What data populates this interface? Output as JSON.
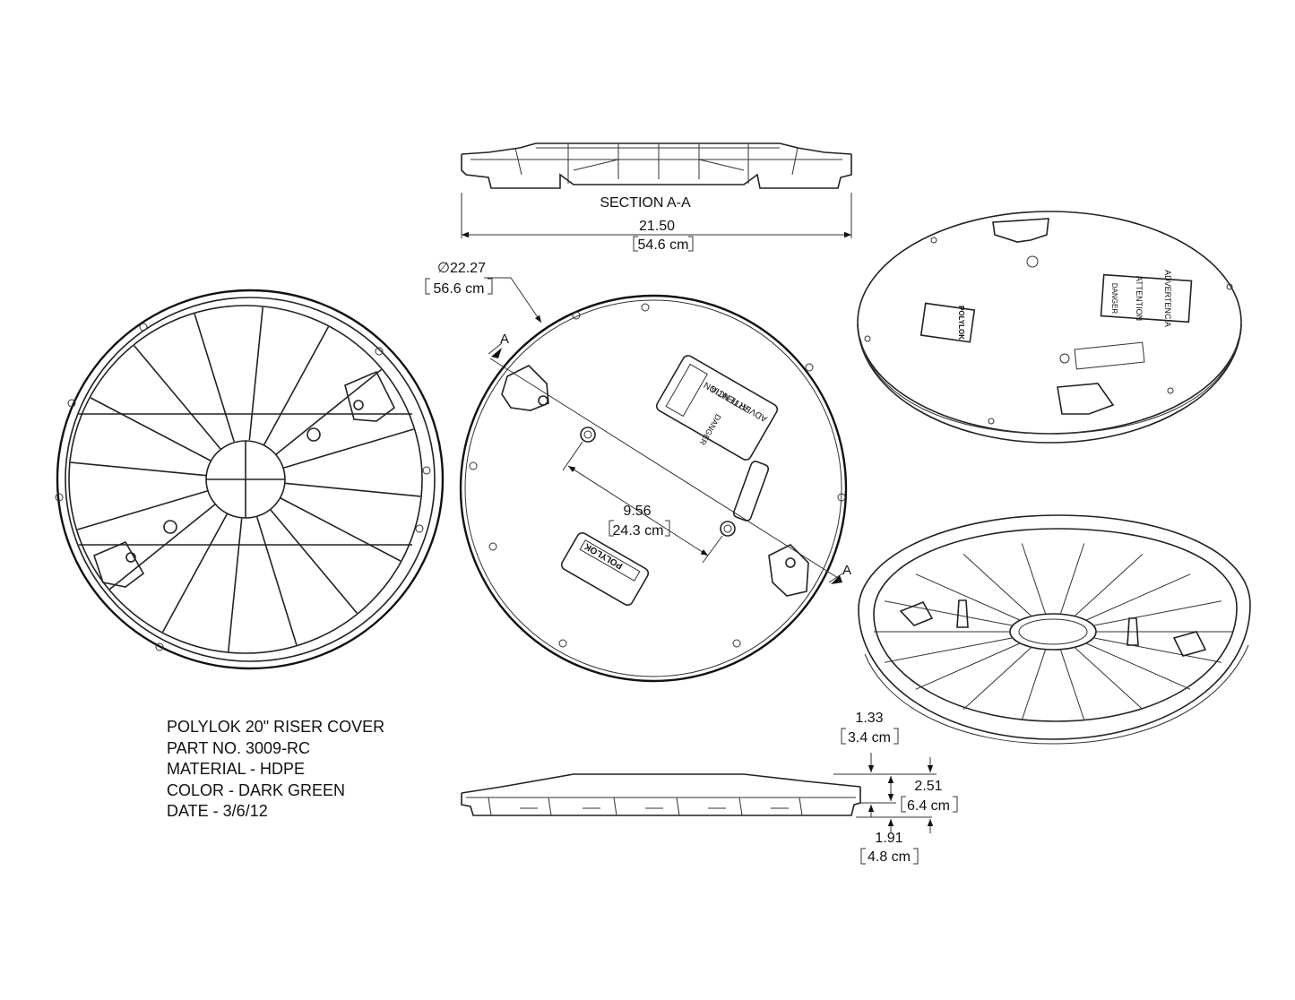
{
  "title_block": {
    "product": "POLYLOK 20\" RISER COVER",
    "part_no": "PART NO. 3009-RC",
    "material": "MATERIAL - HDPE",
    "color": "COLOR - DARK GREEN",
    "date": "DATE - 3/6/12"
  },
  "section": {
    "label": "SECTION  A-A",
    "width_in": "21.50",
    "width_cm": "54.6 cm"
  },
  "diameter": {
    "inches": "∅22.27",
    "cm": "56.6 cm"
  },
  "handle_spacing": {
    "inches": "9.56",
    "cm": "24.3 cm"
  },
  "section_markers": {
    "top": "A",
    "bottom": "A"
  },
  "profile_dims": {
    "top_in": "1.33",
    "top_cm": "3.4 cm",
    "total_in": "2.51",
    "total_cm": "6.4 cm",
    "base_in": "1.91",
    "base_cm": "4.8 cm"
  },
  "labels": {
    "danger": "DANGER",
    "attention": "ATTENTION",
    "advertencia": "ADVERTENCIA",
    "polylok": "POLYLOK"
  }
}
